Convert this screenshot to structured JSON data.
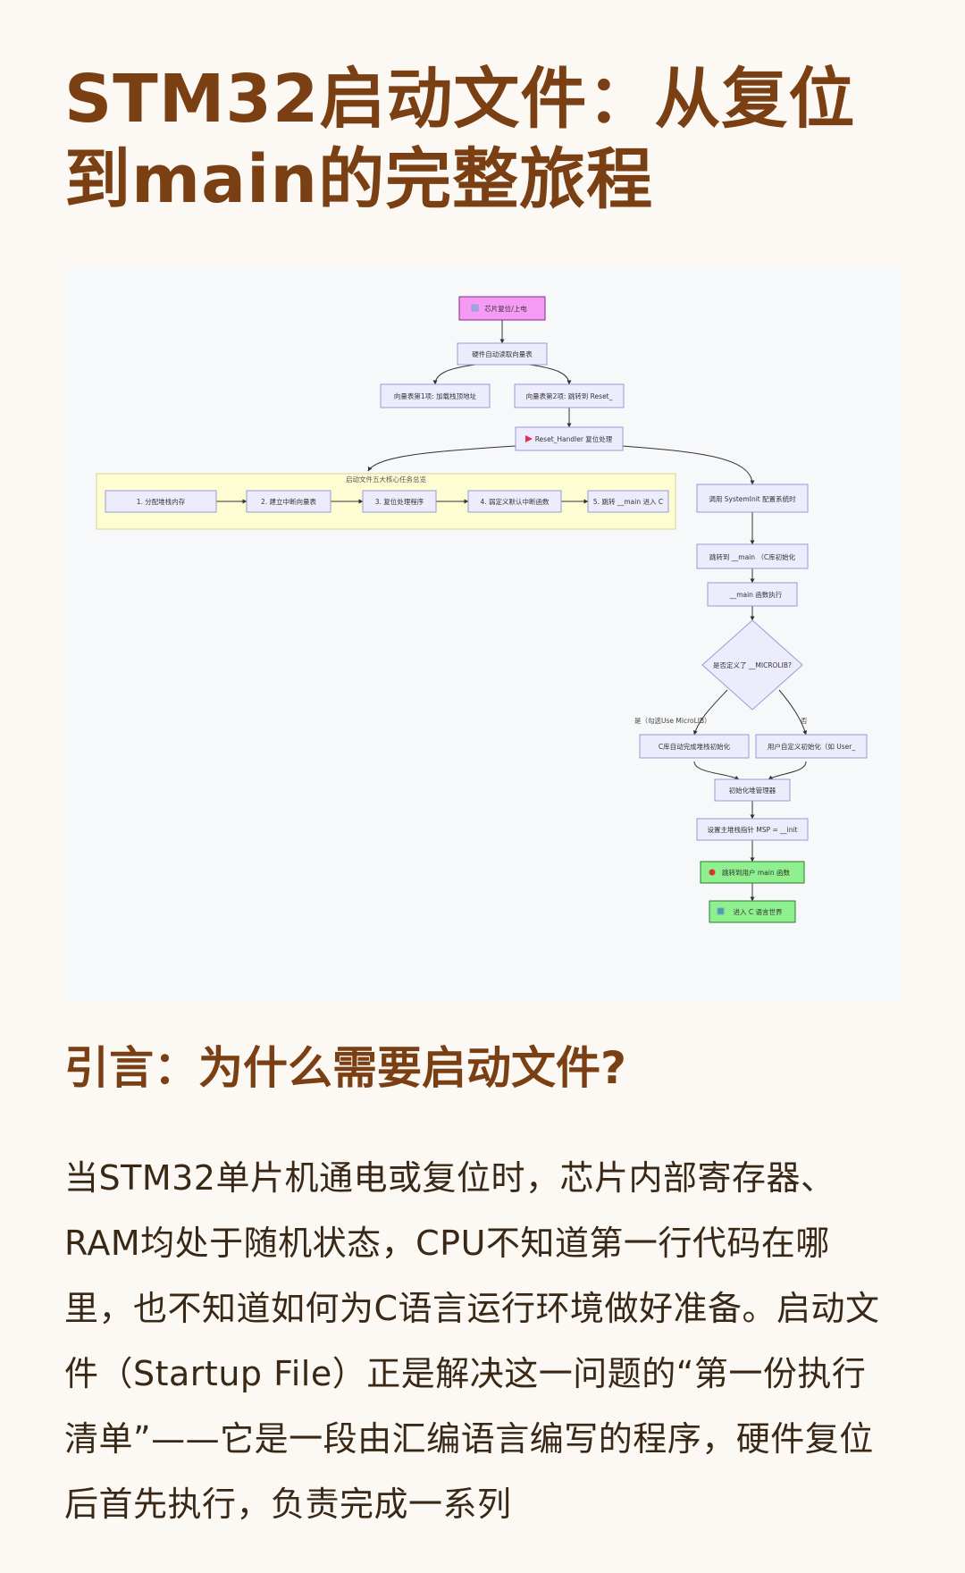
{
  "article": {
    "title": "STM32启动文件：从复位到main的完整旅程",
    "section_heading": "引言：为什么需要启动文件?",
    "paragraph": "当STM32单片机通电或复位时，芯片内部寄存器、RAM均处于随机状态，CPU不知道第一行代码在哪里，也不知道如何为C语言运行环境做好准备。启动文件（Startup File）正是解决这一问题的“第一份执行清单”——它是一段由汇编语言编写的程序，硬件复位后首先执行，负责完成一系列"
  },
  "flowchart": {
    "nodes": {
      "reset": "芯片复位/上电",
      "read_vector": "硬件自动读取向量表",
      "vec1": "向量表第1项: 加载栈顶地址",
      "vec2": "向量表第2项: 跳转到 Reset_",
      "reset_handler": "Reset_Handler 复位处理",
      "task1": "1. 分配堆栈内存",
      "task2": "2. 建立中断向量表",
      "task3": "3. 复位处理程序",
      "task4": "4. 弱定义默认中断函数",
      "task5": "5. 跳转 __main 进入 C",
      "systeminit": "调用 SystemInit 配置系统时",
      "jump_main": "跳转到 __main （C库初始化",
      "main_exec": "__main 函数执行",
      "decision": "是否定义了 __MICROLIB?",
      "clib_init": "C库自动完成堆栈初始化",
      "user_init": "用户自定义初始化（如 User_",
      "heap_mgr": "初始化堆管理器",
      "set_msp": "设置主堆栈指针 MSP = __init",
      "jump_user_main": "跳转到用户 main 函数",
      "enter_c": "进入 C 语言世界"
    },
    "section_label": "启动文件五大核心任务总览",
    "edge_yes": "是（勾选Use MicroLIB）",
    "edge_no": "否",
    "colors": {
      "node_fill": "#ececfd",
      "node_stroke": "#9a9ad6",
      "start_fill": "#f59af5",
      "start_stroke": "#7a2e7a",
      "end_fill": "#8ef08e",
      "end_stroke": "#2f7a2f",
      "subgraph_fill": "#fdfcd2",
      "subgraph_stroke": "#d6d68a",
      "edge": "#333333",
      "title_color": "#7a3f13"
    }
  }
}
